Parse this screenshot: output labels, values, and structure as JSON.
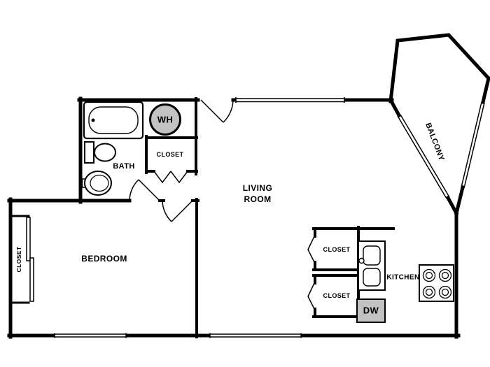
{
  "colors": {
    "wall": "#000000",
    "background": "#ffffff",
    "fixture_gray": "#c2c2c2"
  },
  "labels": {
    "bath": "BATH",
    "bath_closet": "CLOSET",
    "water_heater": "WH",
    "living_room": "LIVING ROOM",
    "balcony": "BALCONY",
    "bedroom": "BEDROOM",
    "bedroom_closet": "CLOSET",
    "hall_closet_top": "CLOSET",
    "hall_closet_bottom": "CLOSET",
    "kitchen": "KITCHEN",
    "dishwasher": "DW"
  }
}
